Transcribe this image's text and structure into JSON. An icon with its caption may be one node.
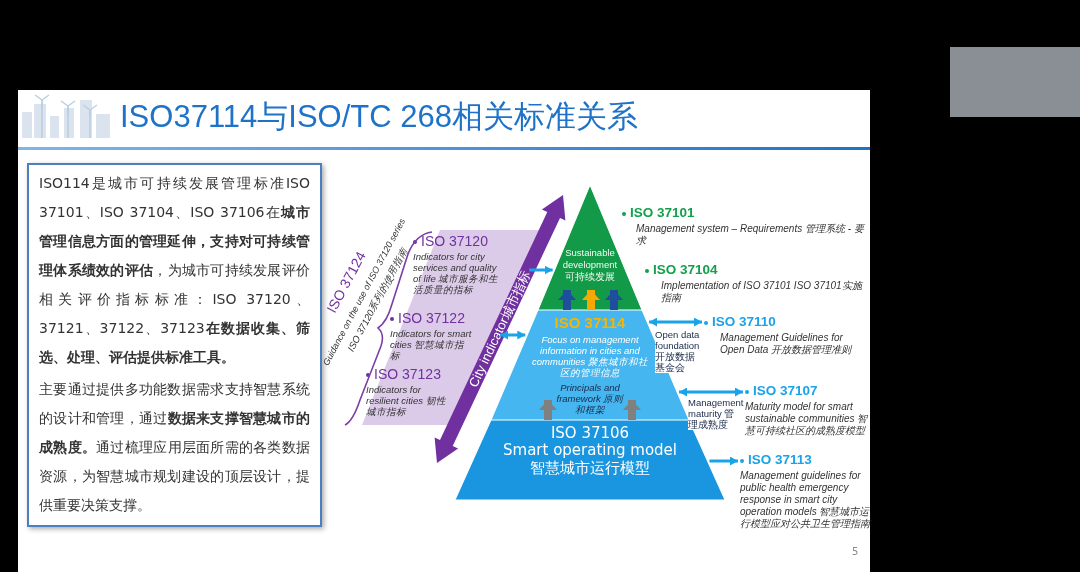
{
  "diagram": {
    "title": "ISO37114与ISO/TC 268相关标准关系",
    "nodes": [
      {
        "text": [
          "ISO114是城市可持续发展管理标准ISO 37101、ISO 37104、ISO 37106在**城市管理信息方面的管理延伸，支持对可持续管理体系绩效的评估**，为城市可持续发展评价相关评价指标标准：ISO 37120、37121、37122、37123**在数据收集、筛选、处理、评估提供标准工具。**",
          "主要通过提供多功能数据需求支持智慧系统的设计和管理，通过**数据来支撑智慧城市的成熟度。**通过梳理应用层面所需的各类数据资源，为智慧城市规划建设的顶层设计，提供重要决策支撑。"
        ]
      },
      {
        "text": [
          "Sustainable development 可持续发展"
        ]
      },
      {
        "text": [
          "ISO 37114",
          "Focus on management information in cities and communities 聚焦城市和社区的管理信息"
        ]
      },
      {
        "text": [
          "ISO 37106",
          "Smart operating model",
          "智慧城市运行模型"
        ]
      },
      {
        "text": [],
        "shape": "box"
      },
      {
        "text": [
          "ISO 37120",
          "Indicators for city services and quality of life 城市服务和生活质量的指标"
        ],
        "in": 4
      },
      {
        "text": [
          "ISO 37122",
          "Indicators for smart cities 智慧城市指标"
        ],
        "in": 4
      },
      {
        "text": [
          "ISO 37123",
          "Indicators for resilient cities 韧性城市指标"
        ],
        "in": 4
      },
      {
        "text": [
          "ISO 37101",
          "Management system – Requirements 管理系统 - 要求"
        ]
      },
      {
        "text": [
          "ISO 37104",
          "Implementation of ISO 37101 ISO 37101实施指南"
        ]
      },
      {
        "text": [
          "ISO 37110",
          "Management Guidelines for Open Data 开放数据管理准则"
        ]
      },
      {
        "text": [
          "ISO 37107",
          "Maturity model for smart sustainable communities 智慧可持续社区的成熟度模型"
        ]
      },
      {
        "text": [
          "ISO 37113",
          "Management guidelines for public health emergency response in smart city operation models 智慧城市运行模型应对公共卫生管理指南"
        ]
      }
    ],
    "edges": [
      {
        "from": 4,
        "to": 1,
        "arrow": "to"
      },
      {
        "from": 4,
        "to": 2,
        "arrow": "both"
      },
      {
        "from": 2,
        "to": 1,
        "arrow": "to",
        "style": "thick",
        "color": "#1f4e9c"
      },
      {
        "from": 2,
        "to": 1,
        "arrow": "to",
        "style": "thick",
        "color": "#f5a800"
      },
      {
        "from": 2,
        "to": 1,
        "arrow": "to",
        "style": "thick",
        "color": "#1f4e9c"
      },
      {
        "from": 3,
        "to": 2,
        "arrow": "to",
        "style": "thick",
        "color": "#808080"
      },
      {
        "from": 3,
        "to": 2,
        "arrow": "to",
        "style": "thick",
        "color": "#808080"
      },
      {
        "from": 10,
        "to": 2,
        "arrow": "both",
        "label": "Open data foundation 开放数据基金会"
      },
      {
        "from": 11,
        "to": 2,
        "arrow": "both",
        "label": "Management maturity 管理成熟度"
      },
      {
        "from": 3,
        "to": 12,
        "arrow": "to"
      }
    ],
    "labels": [
      "ISO 37124",
      "Guidance on the use of ISO 37120 series",
      "ISO 37120系列的使用指南",
      "City indicator城市指标",
      "Principals and framework 原则和框架",
      "5"
    ]
  }
}
